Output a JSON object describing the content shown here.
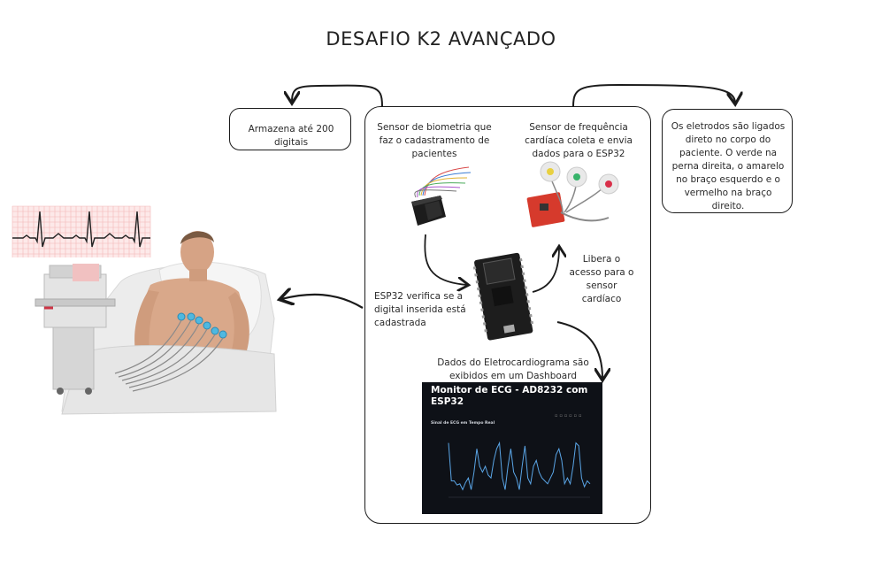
{
  "title": "DESAFIO K2 AVANÇADO",
  "notes": {
    "storage": "Armazena até 200 digitais",
    "electrodes": "Os eletrodos são ligados direto no corpo do paciente. O verde na perna direita, o amarelo no braço esquerdo e o vermelho na braço direito."
  },
  "labels": {
    "biometric_sensor": "Sensor de biometria que faz o cadastramento de pacientes",
    "heart_sensor": "Sensor de frequência cardíaca coleta e envia dados para o ESP32",
    "esp32_verify": "ESP32 verifica se a digital inserida está cadastrada",
    "release_access": "Libera o acesso para o sensor cardíaco",
    "ecg_dashboard": "Dados do Eletrocardiograma são exibidos em um Dashboard"
  },
  "dashboard": {
    "title": "Monitor de ECG - AD8232 com ESP32",
    "chart_subtitle": "Sinal de ECG em Tempo Real"
  },
  "chart_data": {
    "type": "line",
    "title": "Sinal de ECG em Tempo Real",
    "x": [
      0,
      1,
      2,
      3,
      4,
      5,
      6,
      7,
      8,
      9,
      10,
      11,
      12,
      13,
      14,
      15,
      16,
      17,
      18,
      19,
      20,
      21,
      22,
      23,
      24,
      25,
      26,
      27,
      28,
      29,
      30,
      31,
      32,
      33,
      34,
      35,
      36,
      37,
      38,
      39,
      40,
      41,
      42,
      43,
      44,
      45,
      46,
      47,
      48,
      49,
      50
    ],
    "values": [
      2100,
      1450,
      1450,
      1380,
      1400,
      1300,
      1420,
      1500,
      1300,
      1600,
      2000,
      1700,
      1600,
      1700,
      1550,
      1500,
      1800,
      2000,
      2100,
      1500,
      1300,
      1700,
      2000,
      1600,
      1500,
      1300,
      1700,
      2050,
      1500,
      1400,
      1700,
      1800,
      1600,
      1500,
      1450,
      1400,
      1500,
      1600,
      1900,
      2000,
      1800,
      1400,
      1500,
      1400,
      1700,
      2100,
      2050,
      1500,
      1350,
      1450,
      1400
    ],
    "color": "#5aa5e6",
    "background": "#0e1117"
  },
  "colors": {
    "stroke": "#1b1b1b",
    "electrode_green": "#37b36a",
    "electrode_yellow": "#e8d040",
    "electrode_red": "#d9304a",
    "board_red": "#d63a2c",
    "dashboard_bg": "#0e1117",
    "ecg_grid": "#f2b7b7"
  },
  "icons": {
    "fingerprint_sensor": "fingerprint-sensor-icon",
    "heart_sensor_board": "ad8232-board-icon",
    "esp32_board": "esp32-board-icon",
    "patient_photo": "patient-ecg-photo",
    "ecg_strip": "ecg-strip-icon"
  }
}
